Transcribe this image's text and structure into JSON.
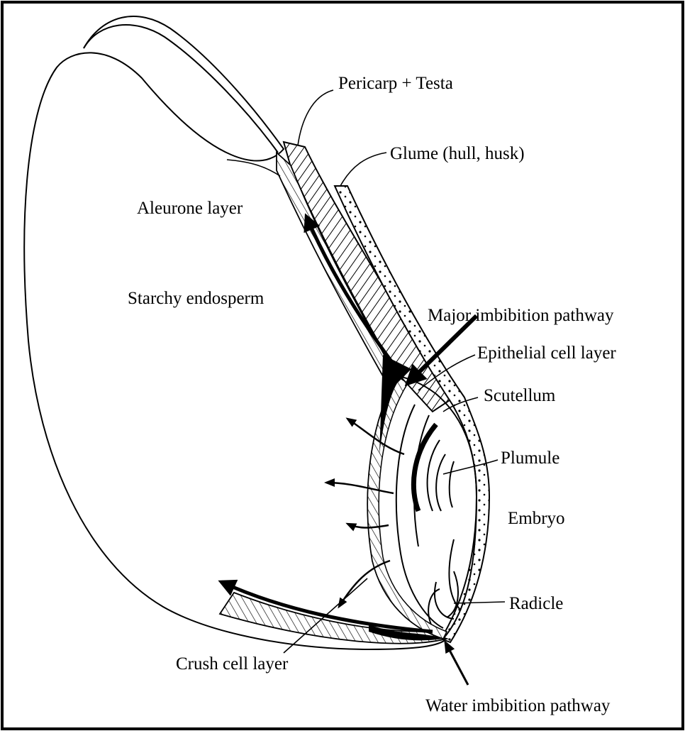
{
  "labels": {
    "pericarp_testa": "Pericarp + Testa",
    "glume": "Glume (hull, husk)",
    "aleurone": "Aleurone layer",
    "starchy": "Starchy endosperm",
    "major_pathway": "Major imbibition pathway",
    "epithelial": "Epithelial cell layer",
    "scutellum": "Scutellum",
    "plumule": "Plumule",
    "embryo": "Embryo",
    "radicle": "Radicle",
    "crush": "Crush cell layer",
    "water_pathway": "Water imbibition pathway"
  }
}
